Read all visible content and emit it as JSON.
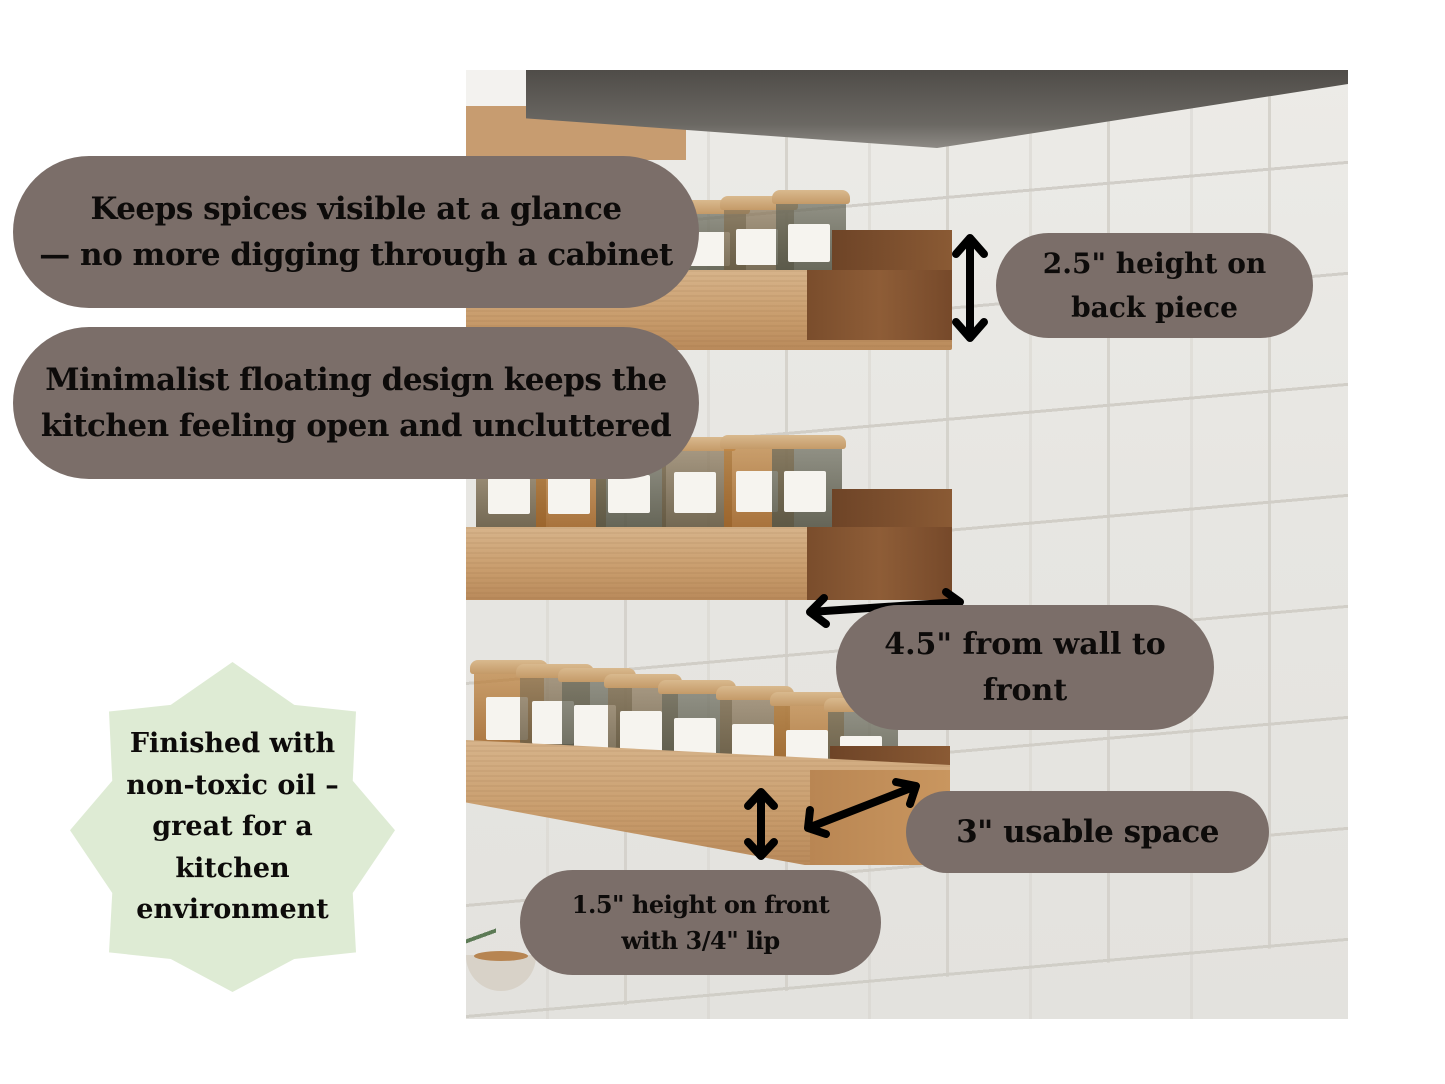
{
  "infographic": {
    "product": "floating spice shelf",
    "colors": {
      "pill_background": "#7b6e69",
      "badge_background": "#deebd4",
      "text": "#0d0b0a",
      "page_background": "#ffffff"
    }
  },
  "callouts": {
    "visible": {
      "lines": [
        "Keeps spices visible at a glance",
        "— no more digging through a cabinet"
      ]
    },
    "minimalist": {
      "lines": [
        "Minimalist floating design keeps the",
        "kitchen feeling open and uncluttered"
      ]
    },
    "back_height": {
      "lines": [
        "2.5\" height on",
        "back piece"
      ]
    },
    "wall_to_front": {
      "lines": [
        "4.5\" from wall to",
        "front"
      ]
    },
    "usable_space": {
      "lines": [
        "3\" usable space"
      ]
    },
    "front_height": {
      "lines": [
        "1.5\" height on front",
        "with 3/4\" lip"
      ]
    }
  },
  "badge": {
    "lines": [
      "Finished with",
      "non-toxic oil –",
      "great for a",
      "kitchen",
      "environment"
    ]
  },
  "arrows": [
    {
      "name": "back-height-arrow",
      "direction": "vertical"
    },
    {
      "name": "wall-to-front-arrow",
      "direction": "horizontal"
    },
    {
      "name": "usable-space-arrow",
      "direction": "diagonal"
    },
    {
      "name": "front-height-arrow",
      "direction": "vertical"
    }
  ]
}
